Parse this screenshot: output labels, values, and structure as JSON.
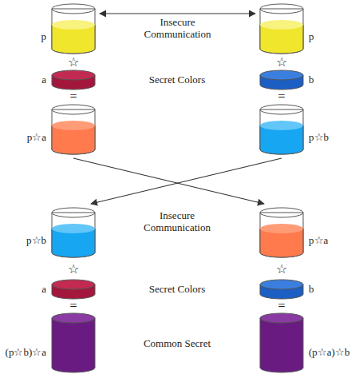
{
  "diagram": {
    "nodes": [
      {
        "text": [
          "p"
        ]
      },
      {
        "text": [
          "p"
        ]
      },
      {
        "text": [
          "a"
        ]
      },
      {
        "text": [
          "b"
        ]
      },
      {
        "text": [
          "p☆a"
        ]
      },
      {
        "text": [
          "p☆b"
        ]
      },
      {
        "text": [
          "p☆b"
        ]
      },
      {
        "text": [
          "p☆a"
        ]
      },
      {
        "text": [
          "a"
        ]
      },
      {
        "text": [
          "b"
        ]
      },
      {
        "text": [
          "(p☆b)☆a"
        ]
      },
      {
        "text": [
          "(p☆a)☆b"
        ]
      }
    ],
    "edges": [
      {
        "from": 0,
        "to": 1,
        "arrow": "both",
        "label": "Insecure Communication"
      },
      {
        "from": 4,
        "to": 7,
        "arrow": "to"
      },
      {
        "from": 5,
        "to": 6,
        "arrow": "to"
      }
    ],
    "labels": [
      "☆",
      "☆",
      "Secret Colors",
      "=",
      "=",
      "Insecure Communication",
      "☆",
      "☆",
      "Secret Colors",
      "=",
      "=",
      "Common Secret"
    ]
  }
}
